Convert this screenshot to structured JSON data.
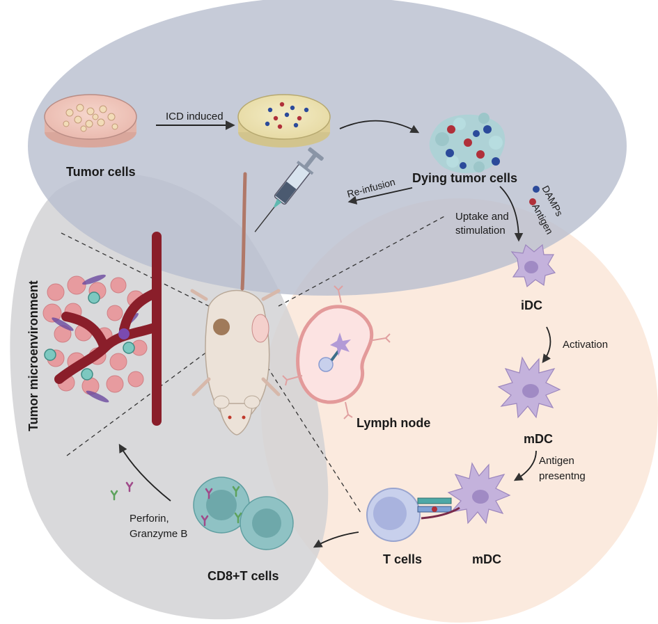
{
  "labels": {
    "tumor_cells": "Tumor cells",
    "icd_induced": "ICD induced",
    "dying_tumor_cells": "Dying tumor cells",
    "re_infusion": "Re-infusion",
    "damps": "DAMPs",
    "antigen_legend": "Antigen",
    "uptake_line1": "Uptake and",
    "uptake_line2": "stimulation",
    "idc": "iDC",
    "activation": "Activation",
    "mdc_1": "mDC",
    "antigen_presenting_line1": "Antigen",
    "antigen_presenting_line2": "presentng",
    "t_cells": "T cells",
    "mdc_2": "mDC",
    "lymph_node": "Lymph node",
    "cd8_t_cells": "CD8+T cells",
    "perforin_line1": "Perforin,",
    "perforin_line2": "Granzyme B",
    "tumor_microenvironment": "Tumor microenvironment"
  },
  "colors": {
    "top_region": "#c3c8d6",
    "right_region": "#fbe9dc",
    "left_region": "#d4d4d6",
    "damps_dot": "#2b4a9a",
    "antigen_dot": "#b0303a",
    "dc_cell": "#c4b2dc",
    "t_cell": "#c8d0ec",
    "cd8_cell": "#8fc2c4",
    "vessel": "#8a1e2a",
    "tumor_tissue": "#e79b9f"
  },
  "icons": {
    "dish": "petri-dish-icon",
    "syringe": "syringe-icon",
    "mouse": "mouse-icon",
    "lymph_node": "lymph-node-icon",
    "dc": "dendritic-cell-icon",
    "t_cell": "t-cell-icon",
    "antibody": "antibody-icon"
  }
}
